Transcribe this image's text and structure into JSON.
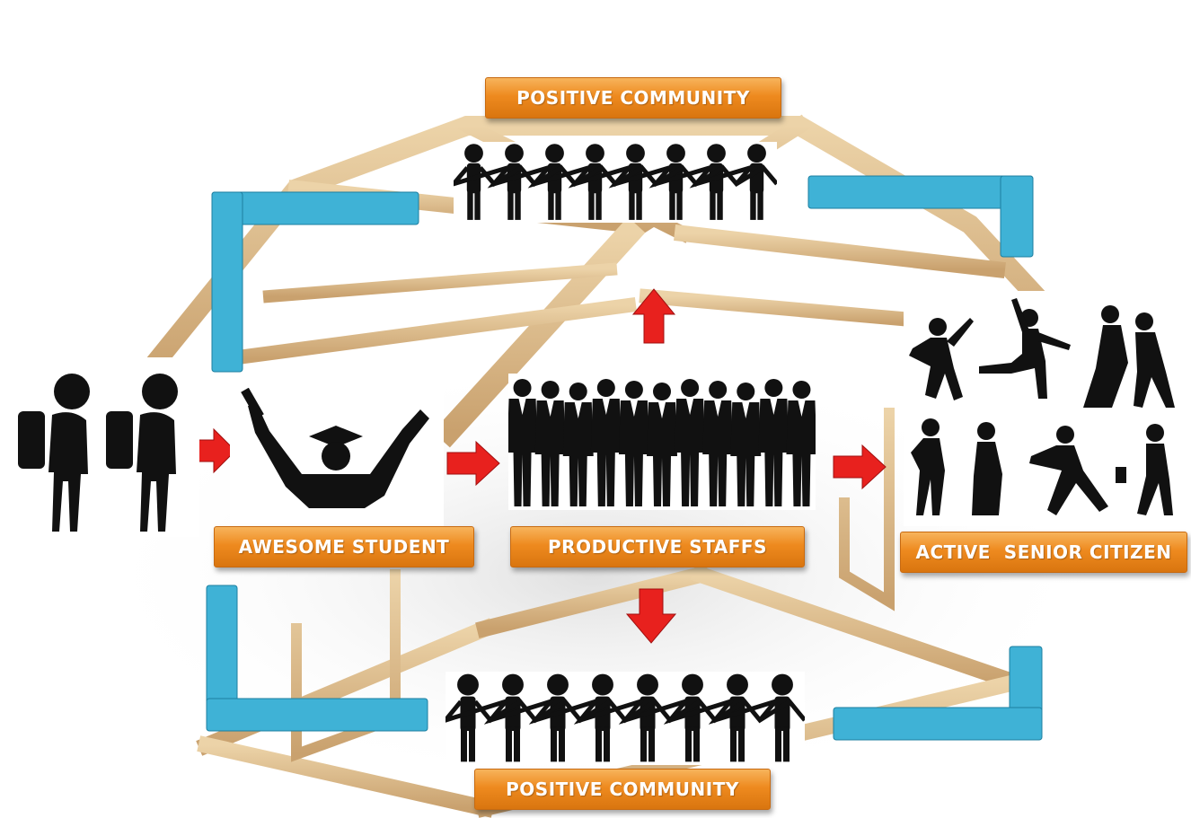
{
  "labels": {
    "positive_community_top": "POSITIVE COMMUNITY",
    "awesome_student": "AWESOME STUDENT",
    "productive_staffs": "PRODUCTIVE STAFFS",
    "active_senior_citizen": "ACTIVE  SENIOR CITIZEN",
    "positive_community_bottom": "POSITIVE COMMUNITY"
  },
  "icons": {
    "child": "child-with-backpack-icon",
    "graduate": "graduate-celebrating-icon",
    "staff": "business-people-icon",
    "senior": "dancing-seniors-icon",
    "community": "people-holding-hands-icon",
    "arrow": "red-arrow-icon",
    "bracket": "blue-bracket-icon",
    "house": "wooden-house-frame"
  },
  "colors": {
    "label_orange": "#ee8a1f",
    "arrow_red": "#e8211e",
    "bracket_blue": "#3fb2d6",
    "wood": "#d9b98a",
    "silhouette": "#111111"
  }
}
